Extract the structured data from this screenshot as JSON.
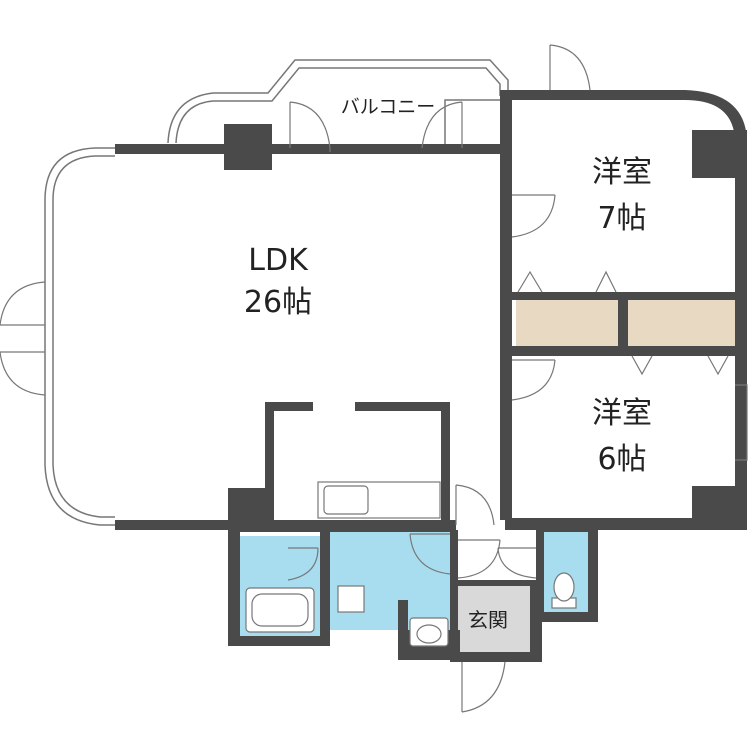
{
  "rooms": {
    "ldk": {
      "name": "LDK",
      "size": "26帖"
    },
    "western1": {
      "name": "洋室",
      "size": "7帖"
    },
    "western2": {
      "name": "洋室",
      "size": "6帖"
    },
    "balcony": {
      "name": "バルコニー"
    },
    "entrance": {
      "name": "玄関"
    }
  },
  "colors": {
    "wall": "#4a4a4a",
    "wet_area": "#a8dcef",
    "closet": "#e8d9c3",
    "entrance_floor": "#d9d9d9",
    "thin_line": "#666666"
  }
}
